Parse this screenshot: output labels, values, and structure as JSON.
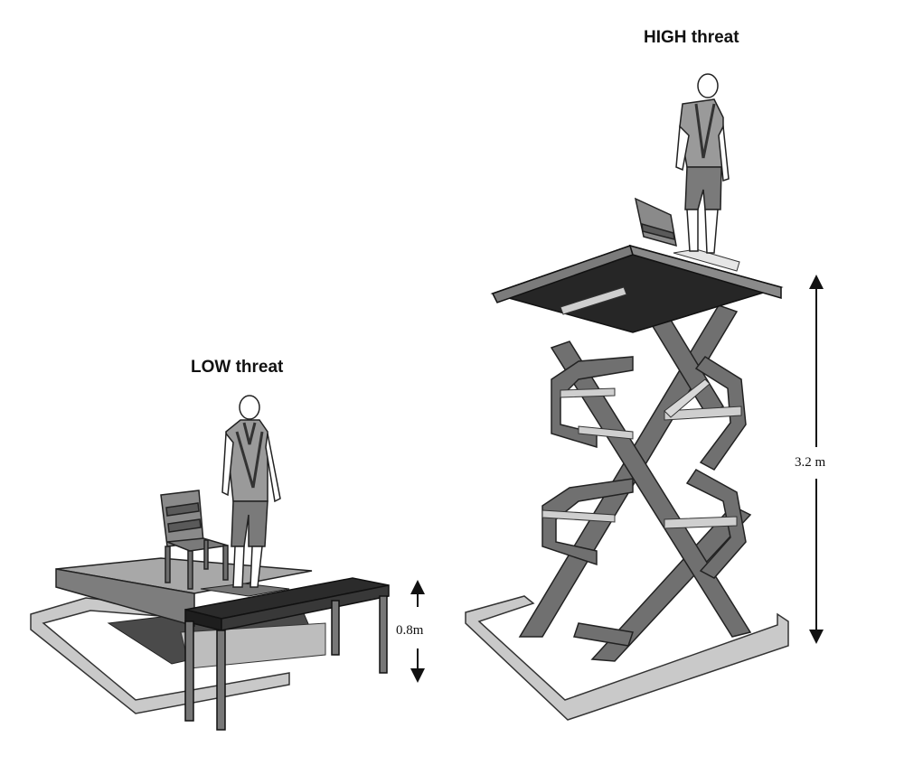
{
  "scenes": {
    "low": {
      "title": "LOW threat",
      "height_label": "0.8m",
      "colors": {
        "deck_top": "#a9a9a9",
        "deck_side": "#7d7d7d",
        "bench_top": "#2b2b2b",
        "frame": "#c8c8c8"
      }
    },
    "high": {
      "title": "HIGH threat",
      "height_label": "3.2 m",
      "colors": {
        "deck_side": "#7b7b7b",
        "deck_under": "#262626",
        "scissor": "#6f6f6f",
        "frame": "#c8c8c8"
      }
    }
  }
}
